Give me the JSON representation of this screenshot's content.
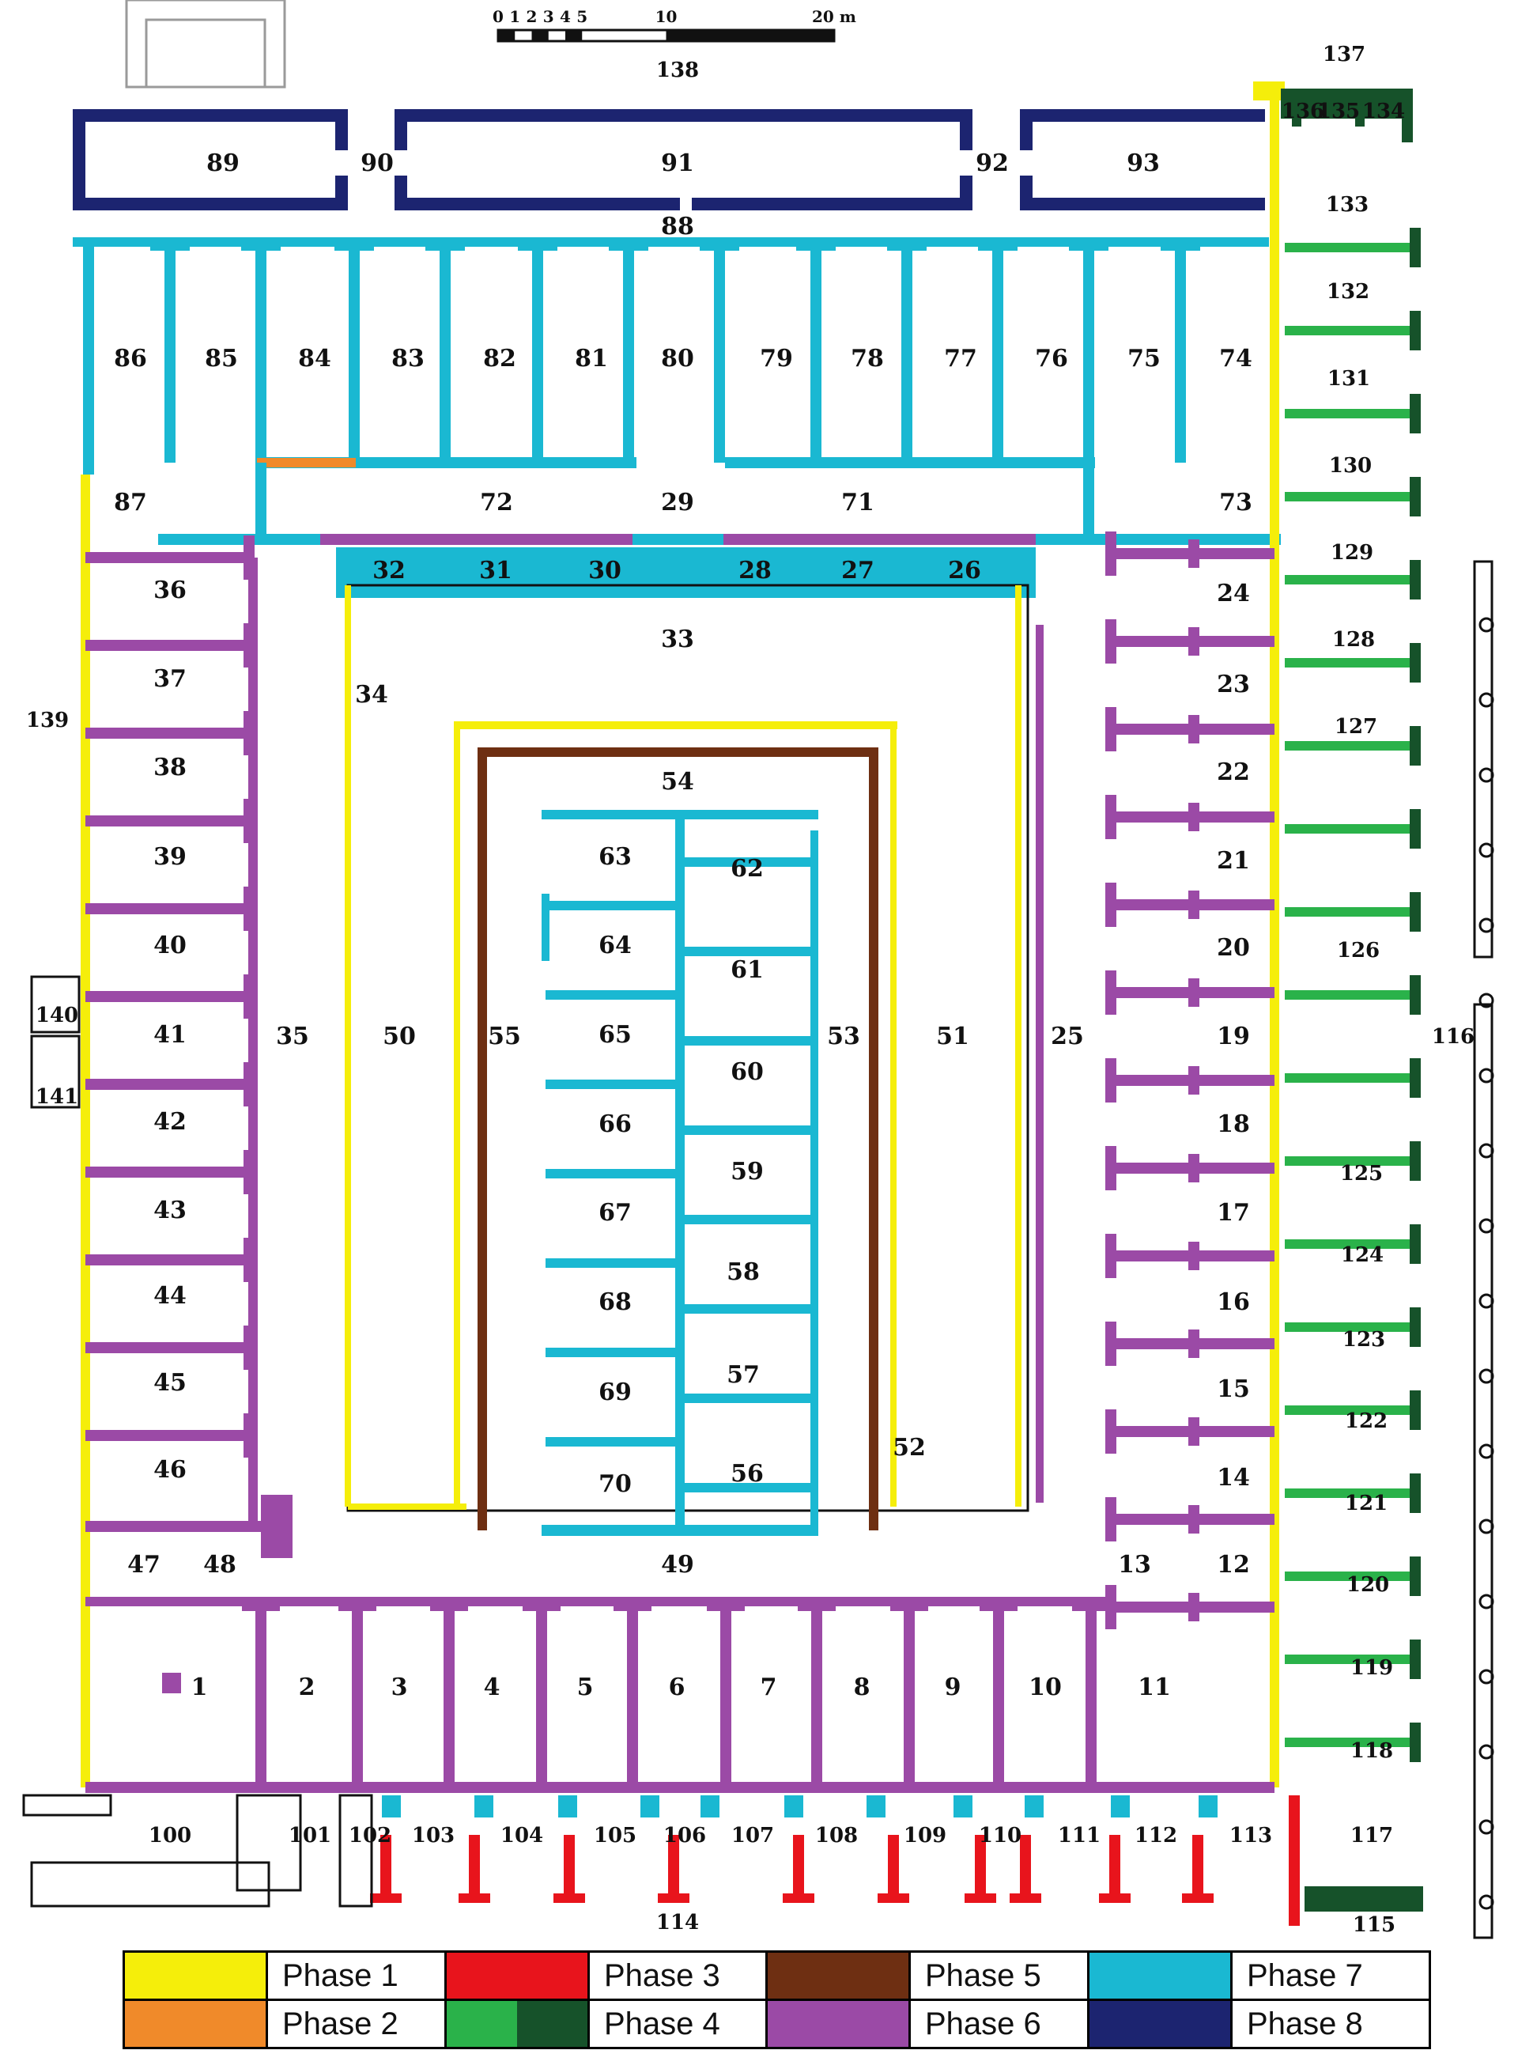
{
  "scale": {
    "ticks": [
      "0",
      "1",
      "2",
      "3",
      "4",
      "5",
      "10",
      "20 m"
    ]
  },
  "colors": {
    "phase1": "#f5ee0a",
    "phase2": "#f08a2a",
    "phase3": "#e8141c",
    "phase4": "#2ab24a",
    "phase4_dark": "#16522a",
    "phase5": "#6e2f12",
    "phase6": "#9b4aa6",
    "phase7": "#1ab8d2",
    "phase8": "#1c2470",
    "outline": "#111111",
    "ghost": "#9a9a9a"
  },
  "legend": [
    {
      "label": "Phase 1",
      "color": "#f5ee0a"
    },
    {
      "label": "Phase 2",
      "color": "#f08a2a"
    },
    {
      "label": "Phase 3",
      "color": "#e8141c"
    },
    {
      "label": "Phase 4",
      "color": "#2ab24a"
    },
    {
      "label": "Phase 5",
      "color": "#6e2f12"
    },
    {
      "label": "Phase 6",
      "color": "#9b4aa6"
    },
    {
      "label": "Phase 7",
      "color": "#1ab8d2"
    },
    {
      "label": "Phase 8",
      "color": "#1c2470"
    }
  ],
  "room_labels": [
    "1",
    "2",
    "3",
    "4",
    "5",
    "6",
    "7",
    "8",
    "9",
    "10",
    "11",
    "12",
    "13",
    "14",
    "15",
    "16",
    "17",
    "18",
    "19",
    "20",
    "21",
    "22",
    "23",
    "24",
    "25",
    "26",
    "27",
    "28",
    "29",
    "30",
    "31",
    "32",
    "33",
    "34",
    "35",
    "36",
    "37",
    "38",
    "39",
    "40",
    "41",
    "42",
    "43",
    "44",
    "45",
    "46",
    "47",
    "48",
    "49",
    "50",
    "51",
    "52",
    "53",
    "54",
    "55",
    "56",
    "57",
    "58",
    "59",
    "60",
    "61",
    "62",
    "63",
    "64",
    "65",
    "66",
    "67",
    "68",
    "69",
    "70",
    "71",
    "72",
    "73",
    "74",
    "75",
    "76",
    "77",
    "78",
    "79",
    "80",
    "81",
    "82",
    "83",
    "84",
    "85",
    "86",
    "87",
    "88",
    "89",
    "90",
    "91",
    "92",
    "93",
    "100",
    "101",
    "102",
    "103",
    "104",
    "105",
    "106",
    "107",
    "108",
    "109",
    "110",
    "111",
    "112",
    "113",
    "114",
    "115",
    "116",
    "117",
    "118",
    "119",
    "120",
    "121",
    "122",
    "123",
    "124",
    "125",
    "126",
    "127",
    "128",
    "129",
    "130",
    "131",
    "132",
    "133",
    "134",
    "135",
    "136",
    "137",
    "138",
    "139",
    "140",
    "141"
  ]
}
